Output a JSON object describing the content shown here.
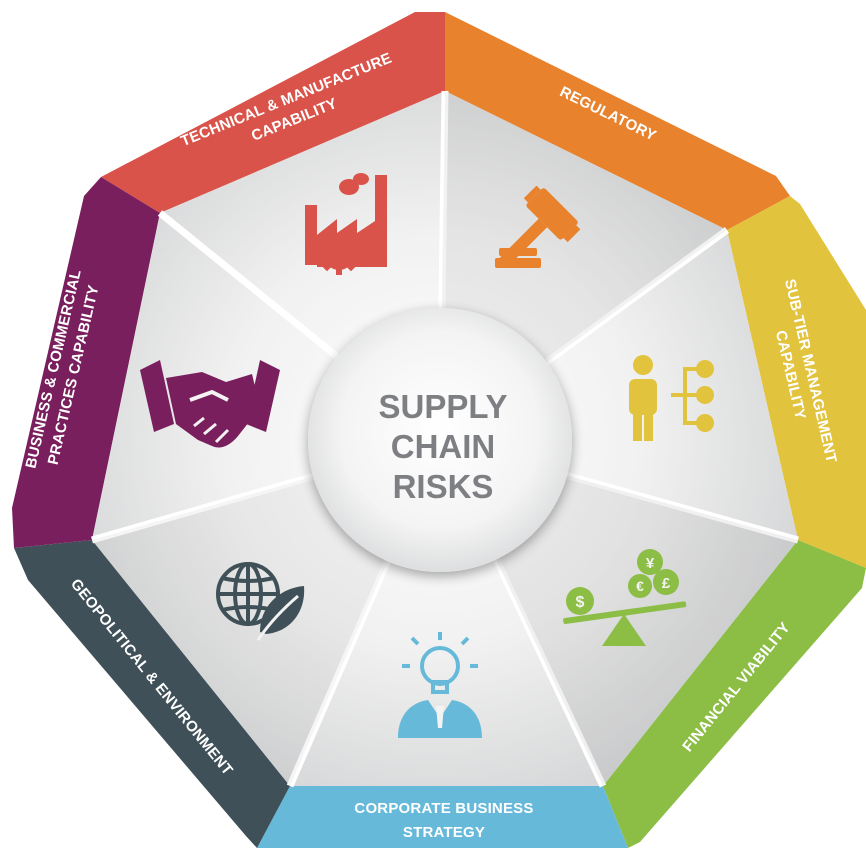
{
  "center": {
    "title_lines": [
      "SUPPLY",
      "CHAIN",
      "RISKS"
    ]
  },
  "segments": [
    {
      "key": "technical",
      "label_lines": [
        "TECHNICAL & MANUFACTURE",
        "CAPABILITY"
      ],
      "color": "#d9534a",
      "icon": "factory-gears-icon"
    },
    {
      "key": "regulatory",
      "label_lines": [
        "REGULATORY"
      ],
      "color": "#e8822d",
      "icon": "gavel-icon"
    },
    {
      "key": "subtier",
      "label_lines": [
        "SUB-TIER MANAGEMENT",
        "CAPABILITY"
      ],
      "color": "#e2c33d",
      "icon": "hierarchy-person-icon"
    },
    {
      "key": "financial",
      "label_lines": [
        "FINANCIAL VIABILITY"
      ],
      "color": "#8cbd45",
      "icon": "currency-balance-icon"
    },
    {
      "key": "corporate",
      "label_lines": [
        "CORPORATE BUSINESS",
        "STRATEGY"
      ],
      "color": "#67b9da",
      "icon": "lightbulb-person-icon"
    },
    {
      "key": "geopolitical",
      "label_lines": [
        "GEOPOLITICAL & ENVIRONMENT"
      ],
      "color": "#3f5058",
      "icon": "globe-leaf-icon"
    },
    {
      "key": "business",
      "label_lines": [
        "BUSINESS & COMMERCIAL",
        "PRACTICES CAPABILITY"
      ],
      "color": "#7a1f5d",
      "icon": "handshake-icon"
    }
  ]
}
